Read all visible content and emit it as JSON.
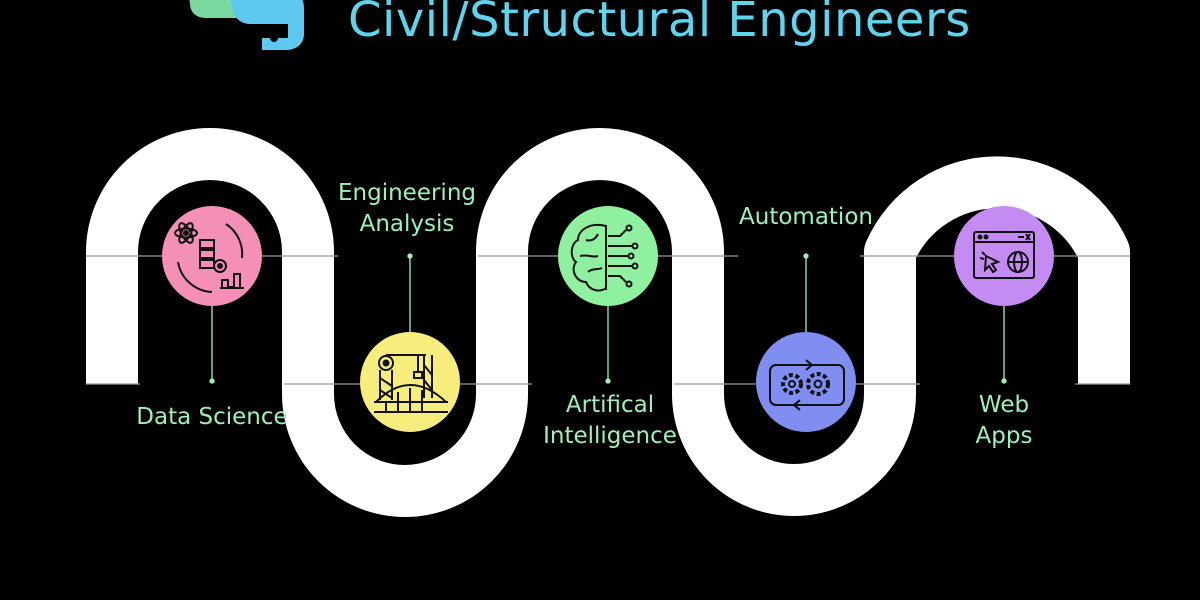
{
  "title": "Civil/Structural Engineers",
  "colors": {
    "background": "#000000",
    "road": "#ffffff",
    "title": "#5fd4ef",
    "label": "#9ff0b8"
  },
  "logo": {
    "icon": "python-logo-icon"
  },
  "steps": [
    {
      "label_lines": [
        "Data Science"
      ],
      "icon": "data-science-icon",
      "color": "#f48fb8"
    },
    {
      "label_lines": [
        "Engineering",
        "Analysis"
      ],
      "icon": "bridge-crane-icon",
      "color": "#f6ed7d"
    },
    {
      "label_lines": [
        "Artifical",
        "Intelligence"
      ],
      "icon": "brain-circuit-icon",
      "color": "#8ff0a0"
    },
    {
      "label_lines": [
        "Automation"
      ],
      "icon": "gears-cycle-icon",
      "color": "#7f8ef0"
    },
    {
      "label_lines": [
        "Web",
        "Apps"
      ],
      "icon": "web-browser-icon",
      "color": "#c48cf2"
    }
  ]
}
